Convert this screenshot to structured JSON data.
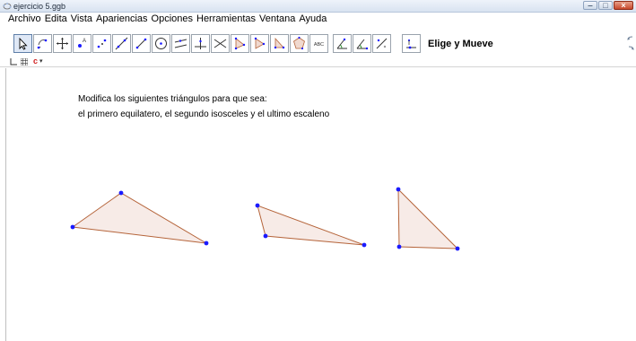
{
  "window": {
    "title": "ejercicio 5.ggb",
    "colors": {
      "accent": "#1a1aff",
      "edge": "#b5643a",
      "fill": "#f7ebe7"
    }
  },
  "menu": {
    "items": [
      "Archivo",
      "Edita",
      "Vista",
      "Apariencias",
      "Opciones",
      "Herramientas",
      "Ventana",
      "Ayuda"
    ]
  },
  "toolbar": {
    "tools": [
      {
        "name": "move-tool",
        "icon": "arrow-pointer-icon",
        "selected": true
      },
      {
        "name": "rotate-around-point-tool",
        "icon": "rotate-icon"
      },
      {
        "name": "move-graphics-view-tool",
        "icon": "pan-cross-icon"
      },
      {
        "name": "point-tool",
        "icon": "point-icon"
      },
      {
        "name": "line-through-two-points-tool",
        "icon": "line-two-points-icon"
      },
      {
        "name": "line-tool",
        "icon": "line-icon"
      },
      {
        "name": "segment-tool",
        "icon": "segment-icon"
      },
      {
        "name": "circle-tool",
        "icon": "circle-icon"
      },
      {
        "name": "parallel-lines-tool",
        "icon": "parallel-icon"
      },
      {
        "name": "perpendicular-tool",
        "icon": "perpendicular-icon"
      },
      {
        "name": "intersect-tool",
        "icon": "intersect-icon"
      },
      {
        "name": "polygon-tool",
        "icon": "polygon-icon"
      },
      {
        "name": "regular-polygon-tool",
        "icon": "regular-polygon-icon"
      },
      {
        "name": "angle-bisector-tool",
        "icon": "angle-icon"
      },
      {
        "name": "conic-tool",
        "icon": "conic-icon"
      },
      {
        "name": "text-tool",
        "icon": "abc-text-icon"
      },
      {
        "name": "angle-tool",
        "icon": "angle-measure-icon"
      },
      {
        "name": "angle-given-size-tool",
        "icon": "angle-given-icon"
      },
      {
        "name": "reflect-tool",
        "icon": "reflect-icon"
      },
      {
        "name": "slider-tool",
        "icon": "slider-icon"
      }
    ],
    "selected_label": "Elige y Mueve",
    "text_tool_label": "ABC"
  },
  "subbar": {
    "icons": [
      "axes-icon",
      "grid-icon",
      "point-capture-icon"
    ],
    "capture_label": "c"
  },
  "canvas": {
    "instructions": [
      "Modifica los siguientes triángulos para que sea:",
      "el primero equilatero, el segundo isosceles y el ultimo escaleno"
    ]
  }
}
